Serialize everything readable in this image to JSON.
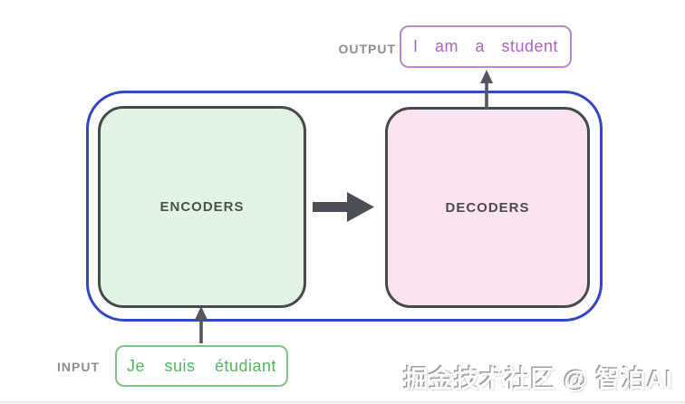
{
  "output": {
    "label": "OUTPUT",
    "text": "I am a student"
  },
  "input": {
    "label": "INPUT",
    "text": "Je suis étudiant"
  },
  "encoder": {
    "label": "ENCODERS"
  },
  "decoder": {
    "label": "DECODERS"
  },
  "watermark": {
    "text": "掘金技术社区 @ 智泊AI"
  },
  "icons": {
    "encoder_to_decoder": "right-arrow-icon",
    "decoder_to_output": "up-arrow-icon",
    "input_to_encoder": "up-arrow-icon"
  },
  "colors": {
    "container_border": "#3447c4",
    "block_border": "#474a4a",
    "encoder_fill": "#e1f3e3",
    "decoder_fill": "#fce3f0",
    "encoder_text": "#4a524e",
    "decoder_text": "#4f4a52",
    "output_text": "#b161c8",
    "output_border": "#b58cc9",
    "input_text": "#55b266",
    "input_border": "#7dc487",
    "side_label_text": "#8f8c97",
    "arrow": "#4c4f56",
    "watermark_text": "#ffffff",
    "watermark_shadow": "#9e9e9e"
  }
}
